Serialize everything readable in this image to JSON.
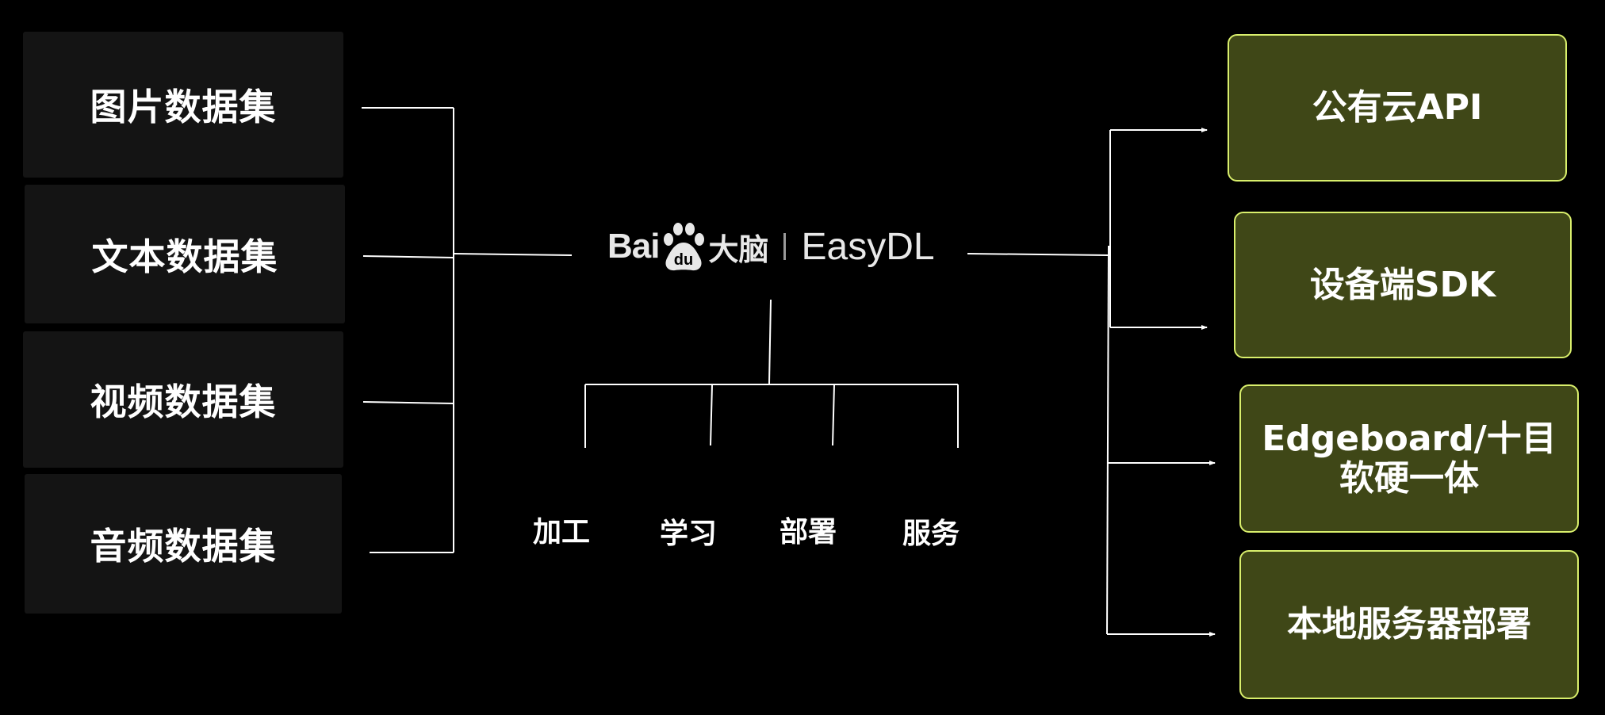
{
  "datasets": [
    {
      "label": "图片数据集"
    },
    {
      "label": "文本数据集"
    },
    {
      "label": "视频数据集"
    },
    {
      "label": "音频数据集"
    }
  ],
  "center": {
    "logo_bai": "Bai",
    "logo_du": "du",
    "logo_danao": "大脑",
    "logo_product": "EasyDL"
  },
  "steps": [
    {
      "label": "加工"
    },
    {
      "label": "学习"
    },
    {
      "label": "部署"
    },
    {
      "label": "服务"
    }
  ],
  "targets": [
    {
      "label": "公有云API"
    },
    {
      "label": "设备端SDK"
    },
    {
      "label_line1": "Edgeboard/十目",
      "label_line2": "软硬一体"
    },
    {
      "label": "本地服务器部署"
    }
  ],
  "colors": {
    "background": "#000000",
    "dataset_box": "#141414",
    "target_fill": "#3f4717",
    "target_border": "#d9ef6c",
    "lines": "#ffffff"
  }
}
